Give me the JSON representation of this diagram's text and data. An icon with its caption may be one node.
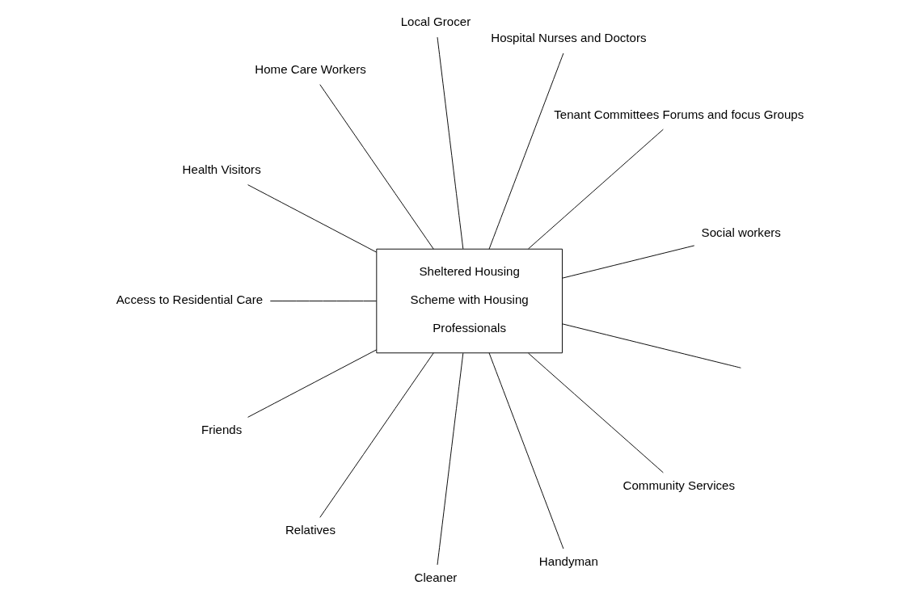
{
  "diagram": {
    "nodes": [
      {
        "text": [
          "Sheltered Housing",
          "Scheme with Housing",
          "Professionals"
        ]
      },
      {
        "text": [
          "Social workers"
        ]
      },
      {
        "text": [
          "Tenant Committees Forums and focus Groups"
        ]
      },
      {
        "text": [
          "Hospital Nurses and Doctors"
        ]
      },
      {
        "text": [
          "Local Grocer"
        ]
      },
      {
        "text": [
          "Home Care Workers"
        ]
      },
      {
        "text": [
          "Health Visitors"
        ]
      },
      {
        "text": [
          "Access to Residential Care"
        ]
      },
      {
        "text": [
          "Friends"
        ]
      },
      {
        "text": [
          "Relatives"
        ]
      },
      {
        "text": [
          "Cleaner"
        ]
      },
      {
        "text": [
          "Handyman"
        ]
      },
      {
        "text": [
          "Community Services"
        ]
      }
    ],
    "edges": [
      {
        "from": 0,
        "to": 1,
        "arrow": "none"
      },
      {
        "from": 0,
        "to": 2,
        "arrow": "none"
      },
      {
        "from": 0,
        "to": 3,
        "arrow": "none"
      },
      {
        "from": 0,
        "to": 4,
        "arrow": "none"
      },
      {
        "from": 0,
        "to": 5,
        "arrow": "none"
      },
      {
        "from": 0,
        "to": null,
        "arrow": "none"
      },
      {
        "from": 0,
        "to": 12,
        "arrow": "none"
      },
      {
        "from": 0,
        "to": 11,
        "arrow": "none"
      },
      {
        "from": 0,
        "to": 10,
        "arrow": "none"
      },
      {
        "from": 0,
        "to": 9,
        "arrow": "none"
      },
      {
        "from": 0,
        "to": 8,
        "arrow": "none"
      },
      {
        "from": 0,
        "to": 7,
        "arrow": "none"
      },
      {
        "from": 0,
        "to": 6,
        "arrow": "none"
      }
    ]
  }
}
